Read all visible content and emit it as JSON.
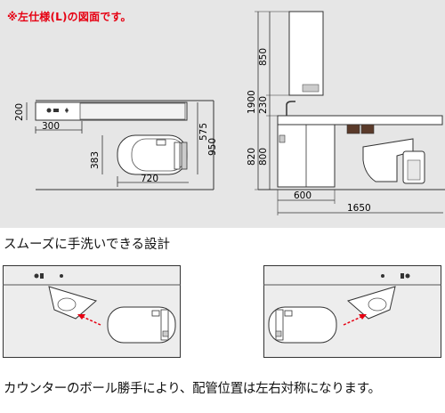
{
  "note": "※左仕様(L)の図面です。",
  "plan_dims": {
    "depth_200": "200",
    "width_300": "300",
    "height_383": "383",
    "width_720": "720",
    "depth_575": "575",
    "depth_950": "950"
  },
  "elevation_dims": {
    "total_1900": "1900",
    "cabinet_850": "850",
    "gap_230": "230",
    "counter_820": "820",
    "counter_800": "800",
    "cabinet_600": "600",
    "total_1650": "1650"
  },
  "caption": "スムーズに手洗いできる設計",
  "bottom_caption": "カウンターのボール勝手により、配管位置は左右対称になります。",
  "colors": {
    "note": "#e60012",
    "arrow": "#e60012",
    "panel": "#e6e6e6"
  }
}
